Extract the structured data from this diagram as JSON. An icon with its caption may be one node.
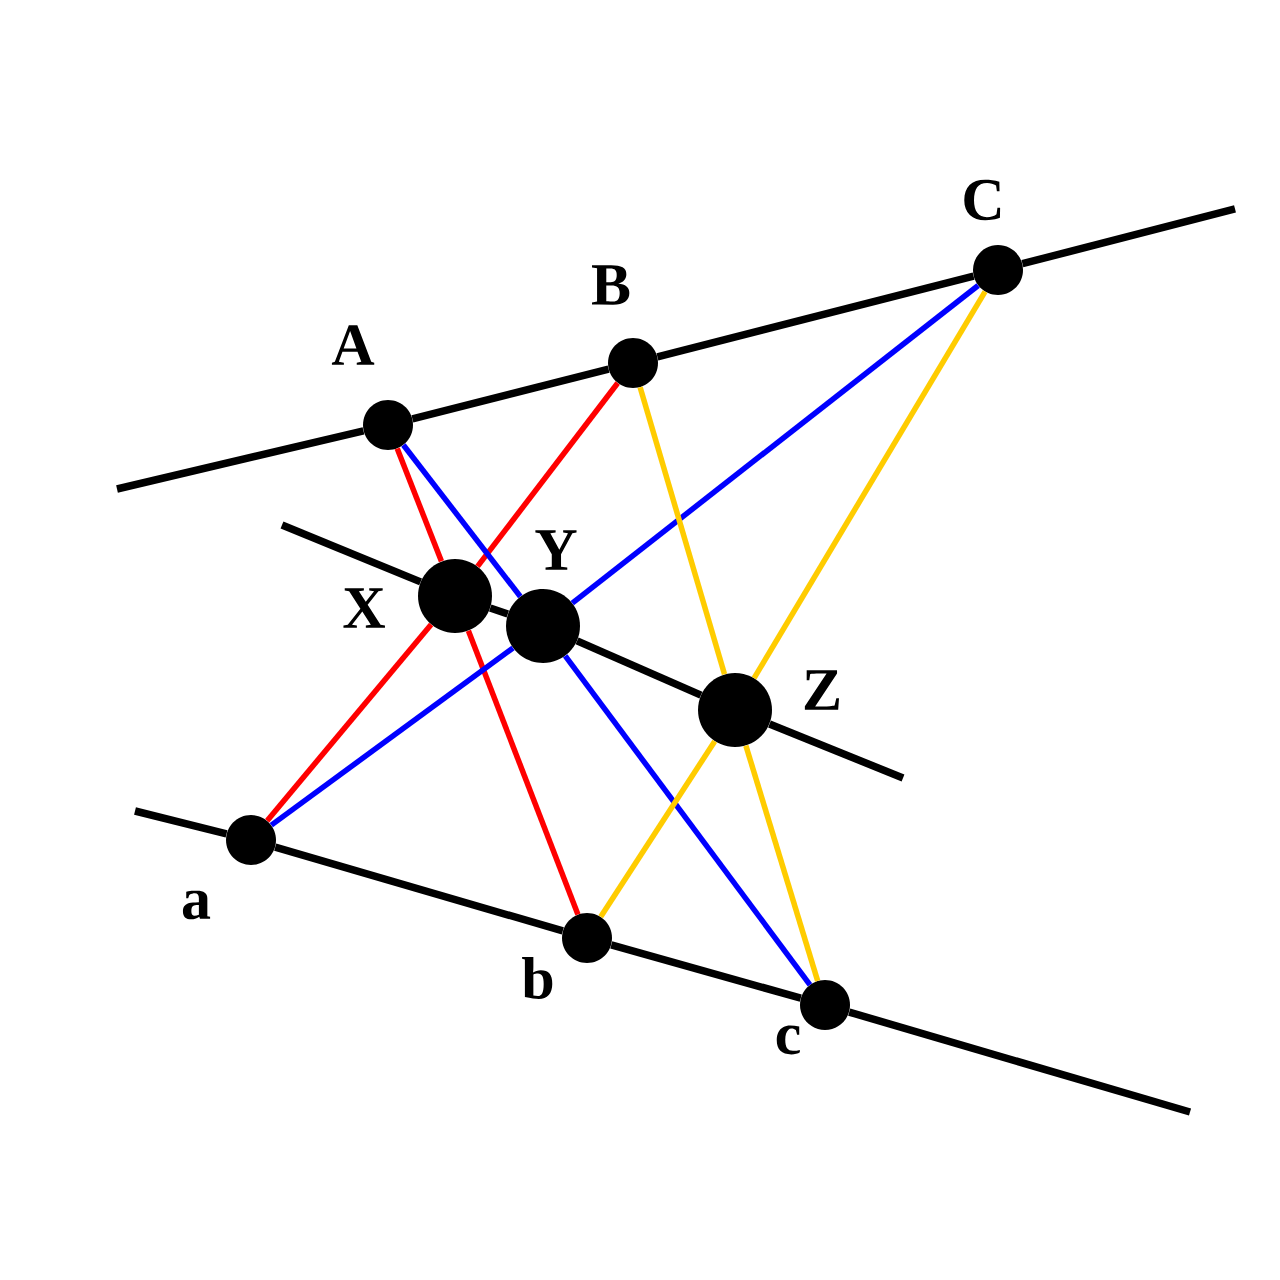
{
  "diagram": {
    "nodes": [
      {
        "text": [],
        "shape": "circle",
        "beside": [
          "A"
        ]
      },
      {
        "text": [],
        "shape": "circle",
        "beside": [
          "B"
        ]
      },
      {
        "text": [],
        "shape": "circle",
        "beside": [
          "C"
        ]
      },
      {
        "text": [],
        "shape": "circle",
        "beside": [
          "X"
        ]
      },
      {
        "text": [],
        "shape": "circle",
        "beside": [
          "Y"
        ]
      },
      {
        "text": [],
        "shape": "circle",
        "beside": [
          "Z"
        ]
      },
      {
        "text": [],
        "shape": "circle",
        "beside": [
          "a"
        ]
      },
      {
        "text": [],
        "shape": "circle",
        "beside": [
          "b"
        ]
      },
      {
        "text": [],
        "shape": "circle",
        "beside": [
          "c"
        ]
      }
    ],
    "edges": [
      {
        "from": null,
        "to": 0,
        "arrow": "none"
      },
      {
        "from": 0,
        "to": 1,
        "arrow": "none"
      },
      {
        "from": 1,
        "to": 2,
        "arrow": "none"
      },
      {
        "from": 2,
        "to": null,
        "arrow": "none"
      },
      {
        "from": null,
        "to": 3,
        "arrow": "none"
      },
      {
        "from": 3,
        "to": 4,
        "arrow": "none"
      },
      {
        "from": 4,
        "to": 5,
        "arrow": "none"
      },
      {
        "from": 5,
        "to": null,
        "arrow": "none"
      },
      {
        "from": null,
        "to": 6,
        "arrow": "none"
      },
      {
        "from": 6,
        "to": 7,
        "arrow": "none"
      },
      {
        "from": 7,
        "to": 8,
        "arrow": "none"
      },
      {
        "from": 8,
        "to": null,
        "arrow": "none"
      },
      {
        "from": 0,
        "to": 3,
        "arrow": "none",
        "color": "#ff0000"
      },
      {
        "from": 3,
        "to": 7,
        "arrow": "none",
        "color": "#ff0000"
      },
      {
        "from": 1,
        "to": 3,
        "arrow": "none",
        "color": "#ff0000"
      },
      {
        "from": 3,
        "to": 6,
        "arrow": "none",
        "color": "#ff0000"
      },
      {
        "from": 0,
        "to": 4,
        "arrow": "none",
        "color": "#0000ff"
      },
      {
        "from": 4,
        "to": 8,
        "arrow": "none",
        "color": "#0000ff"
      },
      {
        "from": 2,
        "to": 4,
        "arrow": "none",
        "color": "#0000ff"
      },
      {
        "from": 4,
        "to": 6,
        "arrow": "none",
        "color": "#0000ff"
      },
      {
        "from": 1,
        "to": 5,
        "arrow": "none",
        "color": "#ffcc00"
      },
      {
        "from": 5,
        "to": 8,
        "arrow": "none",
        "color": "#ffcc00"
      },
      {
        "from": 2,
        "to": 5,
        "arrow": "none",
        "color": "#ffcc00"
      },
      {
        "from": 5,
        "to": 7,
        "arrow": "none",
        "color": "#ffcc00"
      }
    ]
  }
}
